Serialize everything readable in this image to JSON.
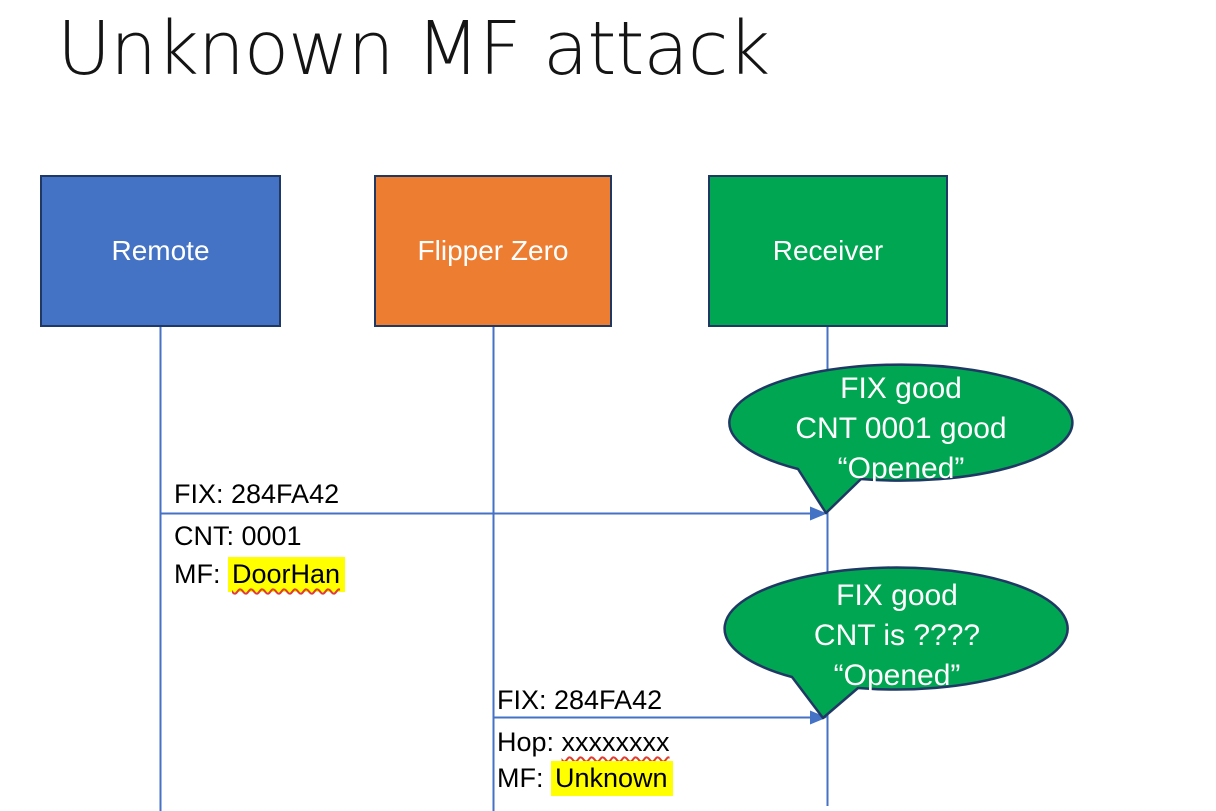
{
  "slide": {
    "title": "Unknown MF attack"
  },
  "actors": {
    "remote": {
      "label": "Remote",
      "color": "#4472C4"
    },
    "flipper": {
      "label": "Flipper Zero",
      "color": "#ED7D31"
    },
    "receiver": {
      "label": "Receiver",
      "color": "#00A651"
    }
  },
  "message1": {
    "from": "Remote",
    "to": "Receiver",
    "line1": "FIX: 284FA42",
    "line2": "CNT: 0001",
    "line3_prefix": "MF: ",
    "line3_value": "DoorHan"
  },
  "message2": {
    "from": "Flipper Zero",
    "to": "Receiver",
    "line1": "FIX: 284FA42",
    "line2_prefix": "Hop: ",
    "line2_value": "xxxxxxxx",
    "line3_prefix": "MF: ",
    "line3_value": "Unknown"
  },
  "callout1": {
    "line1": "FIX good",
    "line2": "CNT 0001 good",
    "line3": "“Opened”"
  },
  "callout2": {
    "line1": "FIX good",
    "line2": "CNT is ????",
    "line3": "“Opened”"
  },
  "colors": {
    "connector_blue": "#4472C4",
    "shape_border_navy": "#1F3864",
    "bubble_green": "#00A651",
    "highlight_yellow": "#FFFF00",
    "spellcheck_red": "#E03C31",
    "text_black": "#000000",
    "text_white": "#FFFFFF"
  }
}
